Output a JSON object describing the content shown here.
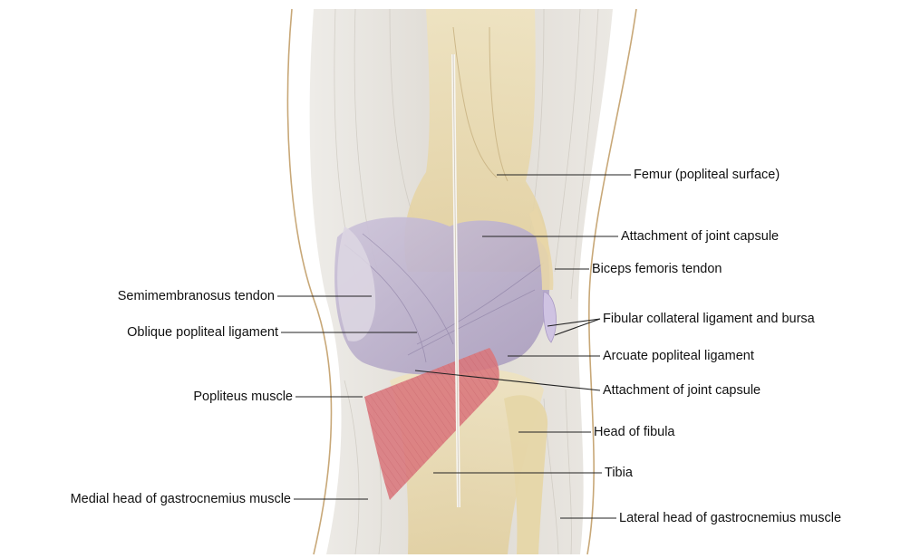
{
  "labels": {
    "femur": "Femur (popliteal surface)",
    "attachment_capsule_upper": "Attachment of joint capsule",
    "biceps_tendon": "Biceps femoris tendon",
    "semimembranosus": "Semimembranosus tendon",
    "fibular_collateral": "Fibular collateral ligament and bursa",
    "oblique_popliteal": "Oblique popliteal ligament",
    "arcuate_popliteal": "Arcuate popliteal ligament",
    "popliteus": "Popliteus muscle",
    "attachment_capsule_lower": "Attachment of joint capsule",
    "head_fibula": "Head of fibula",
    "tibia": "Tibia",
    "medial_gastrocnemius": "Medial head of gastrocnemius muscle",
    "lateral_gastrocnemius": "Lateral head of gastrocnemius muscle"
  },
  "colors": {
    "muscle_sheath": "#e4e1dc",
    "bone": "#e9d9ad",
    "capsule": "#b9aec9",
    "popliteus": "#d9767c",
    "outline": "#c8a878",
    "leader": "#222222"
  }
}
